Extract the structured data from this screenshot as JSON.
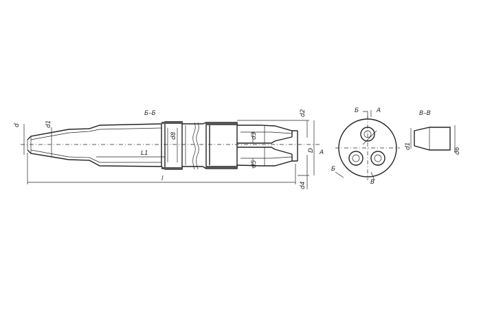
{
  "labels": {
    "d": "d",
    "d1": "d1",
    "d2": "d2",
    "d4": "d4",
    "d8": "d8",
    "D": "D",
    "L1": "L1",
    "l": "l",
    "d5": "d5",
    "d3": "d3",
    "d6": "d6",
    "d1_section": "d1",
    "section_bb": "Б–Б",
    "section_vv": "В–В",
    "cut_b_top": "Б",
    "cut_b_bottom": "Б",
    "cut_a": "А",
    "cut_a_side": "А",
    "cut_v": "В"
  }
}
